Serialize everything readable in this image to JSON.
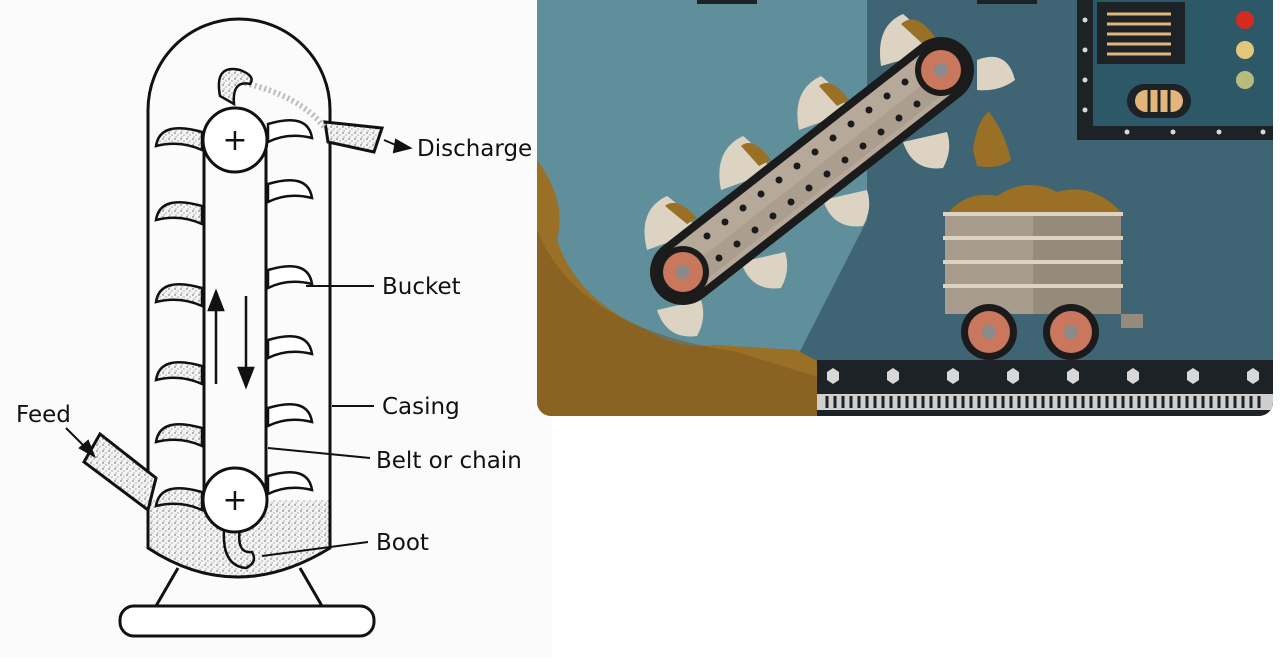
{
  "diagram": {
    "labels": {
      "discharge": "Discharge",
      "bucket": "Bucket",
      "casing": "Casing",
      "feed": "Feed",
      "belt": "Belt or chain",
      "boot": "Boot"
    },
    "pulley_symbol": "+"
  },
  "illustration": {
    "colors": {
      "background": "#5f8f9b",
      "shadow": "#3f6473",
      "ground": "#9a6f26",
      "belt": "#1b1b1b",
      "belt_face": "#b7a99a",
      "bucket": "#ddd3c2",
      "pulley": "#c9785d",
      "cart": "#a89c8d",
      "panel": "#2d5868",
      "rail": "#1d2226"
    },
    "indicator_lights": [
      "#d32b1e",
      "#e3c779",
      "#b8bd7e"
    ]
  }
}
